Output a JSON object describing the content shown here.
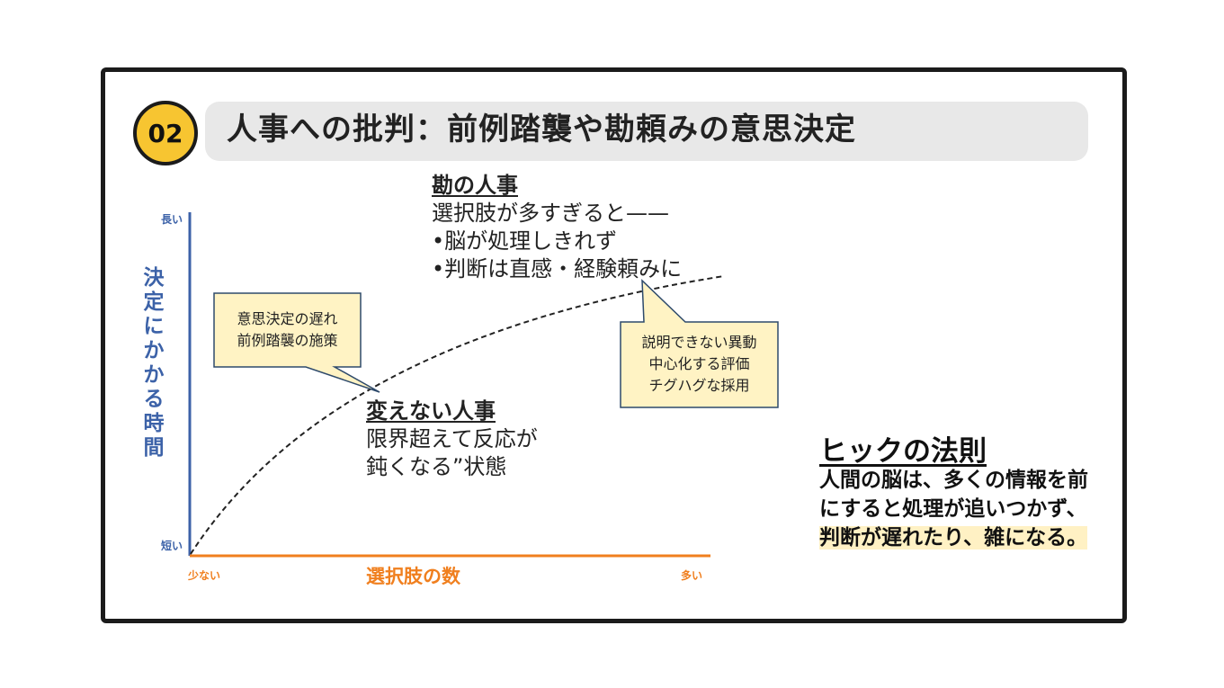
{
  "badge": "02",
  "title": "人事への批判：前例踏襲や勘頼みの意思決定",
  "top_block": {
    "head": "勘の人事",
    "lines": [
      "選択肢が多すぎると——",
      "•脳が処理しきれず",
      "•判断は直感・経験頼みに"
    ]
  },
  "middle_block": {
    "head": "変えない人事",
    "lines": [
      "限界超えて反応が",
      "鈍くなる”状態"
    ]
  },
  "callout_left": [
    "意思決定の遅れ",
    "前例踏襲の施策"
  ],
  "callout_right": [
    "説明できない異動",
    "中心化する評価",
    "チグハグな採用"
  ],
  "axis": {
    "y_label": "決定にかかる時間",
    "y_top": "長い",
    "y_bottom": "短い",
    "x_label": "選択肢の数",
    "x_left": "少ない",
    "x_right": "多い"
  },
  "rule": {
    "title": "ヒックの法則",
    "body_plain": "人間の脳は、多くの情報を前にすると処理が追いつかず、",
    "body_highlight": "判断が遅れたり、雑になる。"
  },
  "colors": {
    "y_axis": "#3c62a8",
    "x_axis": "#f07f1e",
    "callout_fill": "#fff3c4",
    "callout_border": "#2e4a6b",
    "badge": "#f7c531",
    "highlight": "#fff1c4"
  }
}
